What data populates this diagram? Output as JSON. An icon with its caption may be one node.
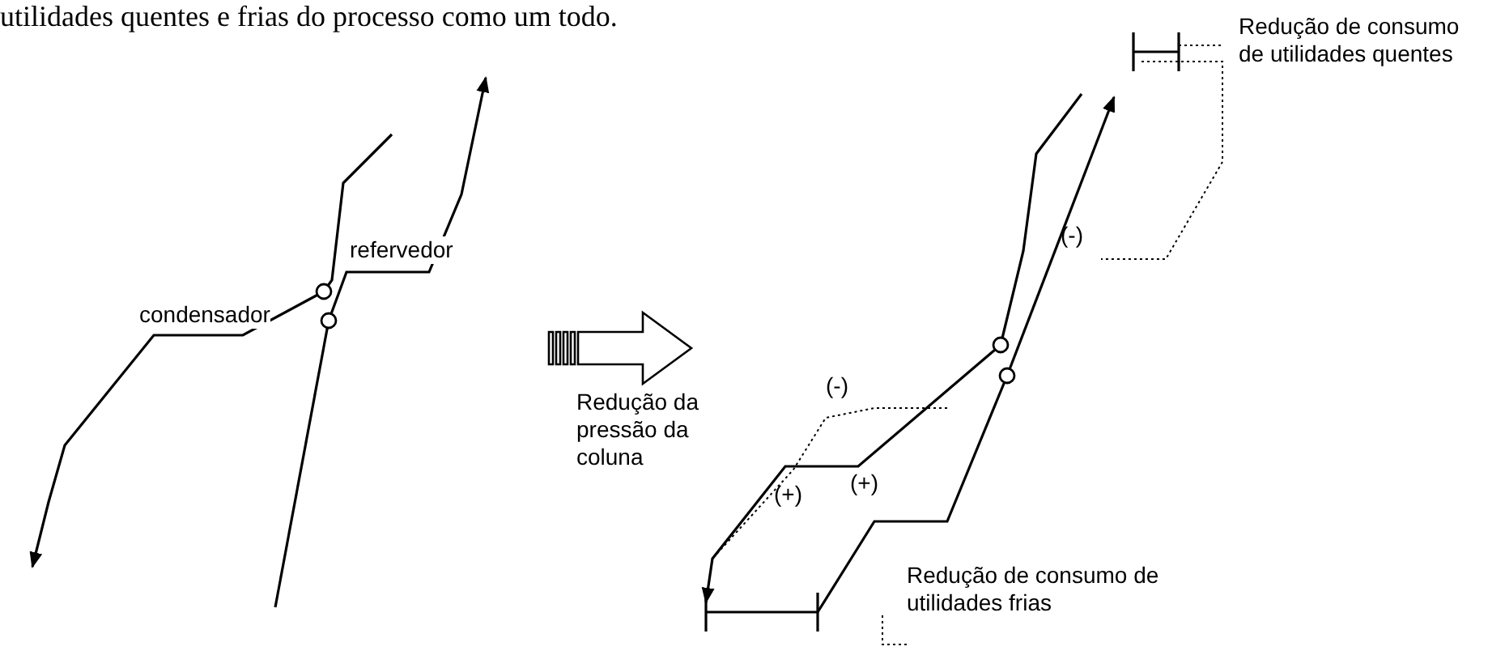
{
  "diagram": {
    "nodes": [
      {
        "text": [],
        "shape": "picture"
      },
      {
        "text": [],
        "shape": "picture"
      }
    ],
    "edges": [
      {
        "from": 0,
        "to": 1,
        "arrow": "to",
        "label": "Redução da pressão da coluna"
      }
    ],
    "labels": [
      "utilidades quentes e frias do processo como um todo.",
      "Redução de consumo de utilidades quentes",
      "refervedor",
      "condensador",
      "(-)",
      "(-)",
      "(+)",
      "(+)",
      "Redução de consumo de utilidades frias"
    ]
  }
}
